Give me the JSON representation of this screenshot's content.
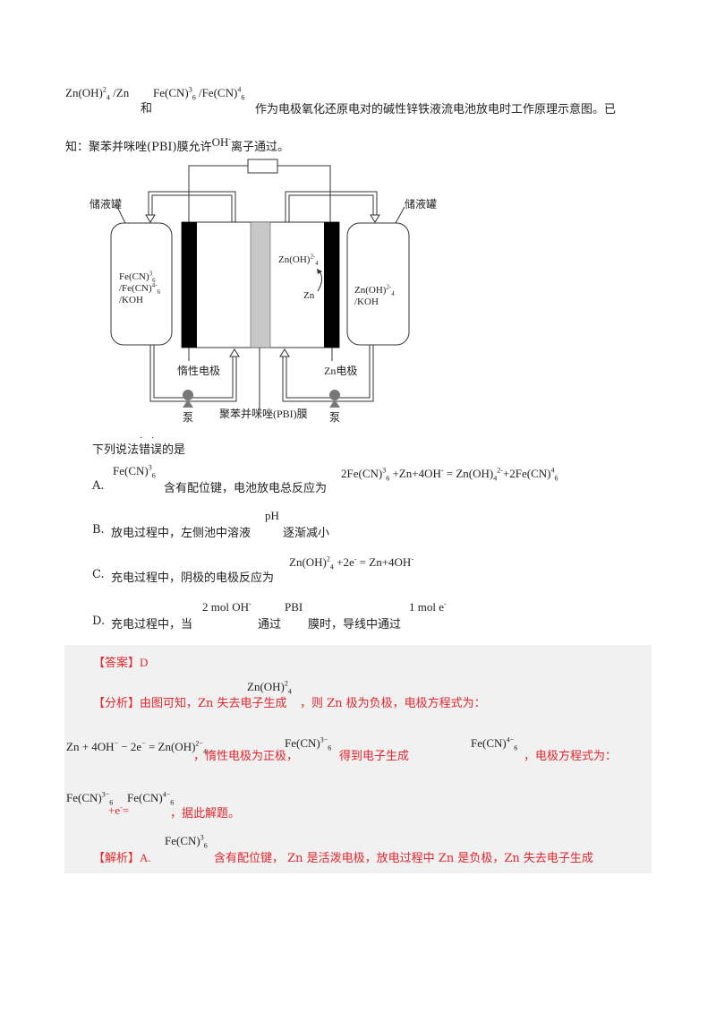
{
  "intro": {
    "formula_1": "Zn(OH)",
    "formula_1_sup": "2",
    "formula_1_sub": "4",
    "formula_1_rest": " /Zn",
    "and": "和",
    "formula_2": "Fe(CN)",
    "formula_2_sup": "3",
    "formula_2_sub": "6",
    "formula_2_mid": " /Fe(CN)",
    "formula_2b_sup": "4",
    "formula_2b_sub": "6",
    "line1_text": "作为电极氧化还原电对的碱性锌铁液流电池放电时工作原理示意图。已",
    "line2_a": "知：聚苯并咪唑(PBI)膜允许",
    "line2_ion": "OH",
    "line2_ion_sup": "-",
    "line2_b": "离子通过。"
  },
  "diagram": {
    "tank_left_label": "储液罐",
    "tank_right_label": "储液罐",
    "tank_left_content": [
      "Fe(CN)",
      "3",
      "6",
      "/Fe(CN)",
      "4-",
      "6",
      "/KOH"
    ],
    "tank_right_content": [
      "Zn(OH)",
      "2-",
      "4",
      "/KOH"
    ],
    "inner_species_top": "Zn(OH)",
    "inner_species_top_sup": "2-",
    "inner_species_top_sub": "4",
    "inner_species_bottom": "Zn",
    "inert_electrode_label": "惰性电极",
    "zn_electrode_label": "Zn电极",
    "membrane_label": "聚苯并咪唑(PBI)膜",
    "pump_left_label": "泵",
    "pump_right_label": "泵"
  },
  "question": {
    "stem": "下列说法错误的是",
    "options": {
      "A": {
        "letter": "A.",
        "f1": "Fe(CN)",
        "f1_sup": "3",
        "f1_sub": "6",
        "text": "含有配位键，电池放电总反应为",
        "eq": "2Fe(CN)",
        "eq_sup1": "3",
        "eq_sub1": "6",
        "eq_mid": " +Zn+4OH",
        "eq_sup2": "-",
        "eq_mid2": " = Zn(OH)",
        "eq_sub3": "4",
        "eq_sup3": "2-",
        "eq_end": "+2Fe(CN)",
        "eq_sup4": "4",
        "eq_sub4": "6"
      },
      "B": {
        "letter": "B.",
        "text1": "放电过程中，左侧池中溶液",
        "ph": "pH",
        "text2": "逐渐减小"
      },
      "C": {
        "letter": "C.",
        "text": "充电过程中，阴极的电极反应为",
        "eq": "Zn(OH)",
        "eq_sup": "2",
        "eq_sub": "4",
        "eq_rest": " +2e",
        "eq_sup2": "-",
        "eq_rest2": " = Zn+4OH",
        "eq_sup3": "-"
      },
      "D": {
        "letter": "D.",
        "text1": "充电过程中，当",
        "amount": "2 mol OH",
        "amount_sup": "-",
        "text2": "通过",
        "pbi": "PBI",
        "text3": "膜时，导线中通过",
        "e_amount": "1 mol e",
        "e_sup": "-"
      }
    }
  },
  "answer": {
    "answer_tag": "【答案】",
    "answer_value": "D",
    "analysis_tag": "【分析】",
    "analysis_1": "由图可知，Zn 失去电子生成",
    "analysis_1_formula": "Zn(OH)",
    "analysis_1_sup": "2",
    "analysis_1_sub": "4",
    "analysis_1_end": "，则 Zn 极为负极，电极方程式为：",
    "analysis_2_eq": "Zn + 4OH",
    "analysis_2_eq_sup1": "−",
    "analysis_2_eq_mid": " − 2e",
    "analysis_2_eq_sup2": "−",
    "analysis_2_eq_mid2": " = Zn(OH)",
    "analysis_2_eq_sup3": "2−",
    "analysis_2_eq_sub3": "4",
    "analysis_2_text": "，惰性电极为正极，",
    "analysis_2_f": "Fe(CN)",
    "analysis_2_f_sup": "3−",
    "analysis_2_f_sub": "6",
    "analysis_2_text2": "得到电子生成",
    "analysis_2_f2": "Fe(CN)",
    "analysis_2_f2_sup": "4−",
    "analysis_2_f2_sub": "6",
    "analysis_2_end": "，电极方程式为：",
    "analysis_3_f": "Fe(CN)",
    "analysis_3_f_sup": "3−",
    "analysis_3_f_sub": "6",
    "analysis_3_mid": "+e",
    "analysis_3_mid_sup": "-",
    "analysis_3_eq": "=",
    "analysis_3_f2": "Fe(CN)",
    "analysis_3_f2_sup": "4−",
    "analysis_3_f2_sub": "6",
    "analysis_3_end": "，据此解题。",
    "explain_tag": "【解析】",
    "explain_a": "A.",
    "explain_f": "Fe(CN)",
    "explain_f_sup": "3",
    "explain_f_sub": "6",
    "explain_text": "含有配位键， Zn 是活泼电极，放电过程中 Zn 是负极，Zn 失去电子生成"
  }
}
